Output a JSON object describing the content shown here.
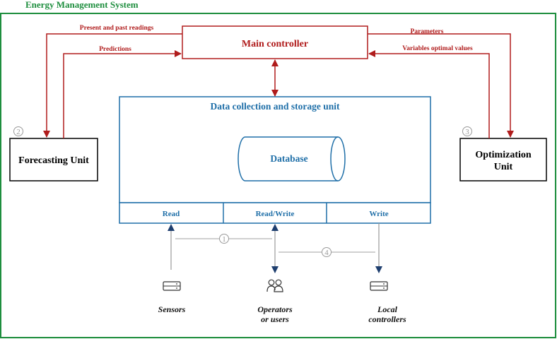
{
  "title": "Energy Management System",
  "main_controller": "Main controller",
  "arrows": {
    "present_past": "Present and past readings",
    "predictions": "Predictions",
    "parameters": "Parameters",
    "variables": "Variables optimal values"
  },
  "forecasting_unit": "Forecasting Unit",
  "forecasting_number": "2",
  "optimization_unit_line1": "Optimization",
  "optimization_unit_line2": "Unit",
  "optimization_number": "3",
  "data_unit": "Data collection and storage unit",
  "database": "Database",
  "ports": {
    "read": "Read",
    "read_write": "Read/Write",
    "write": "Write"
  },
  "flow_numbers": {
    "one": "1",
    "four": "4"
  },
  "devices": {
    "sensors": "Sensors",
    "operators_line1": "Operators",
    "operators_line2": "or users",
    "local_line1": "Local",
    "local_line2": "controllers"
  },
  "icons": {
    "sensors": "server-icon",
    "operators": "users-icon",
    "local_controllers": "server-icon"
  },
  "colors": {
    "frame": "#1e8e3e",
    "controller": "#b01c1c",
    "storage": "#1f6fa8",
    "arrow_dark": "#1f3f6f",
    "muted": "#9a9a9a"
  }
}
